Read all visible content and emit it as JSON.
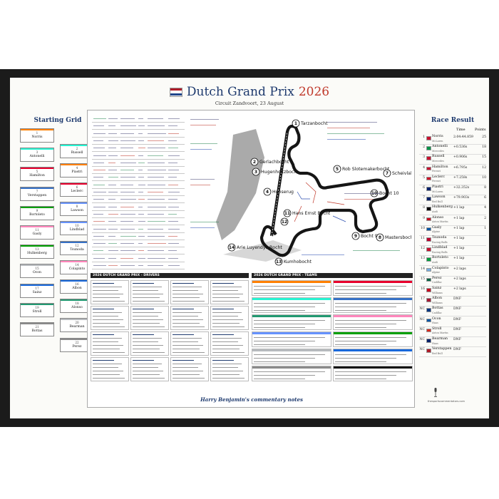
{
  "poster": {
    "title": "Dutch Grand Prix",
    "year": "2026",
    "subtitle": "Circuit Zandvoort, 23 August",
    "flag_colors": [
      "#ae1c28",
      "#ffffff",
      "#21468b"
    ],
    "footer": "Harry Benjamin's commentary notes",
    "drivers_header": "2026 DUTCH GRAND PRIX - DRIVERS",
    "teams_header": "2026 DUTCH GRAND PRIX - TEAMS",
    "brand": "thesportscommentators.com"
  },
  "starting_grid": {
    "title": "Starting Grid",
    "slots": [
      {
        "pos": "1",
        "name": "Norris",
        "color": "#ff8000"
      },
      {
        "pos": "2",
        "name": "Russell",
        "color": "#27f4d2"
      },
      {
        "pos": "3",
        "name": "Antonelli",
        "color": "#27f4d2"
      },
      {
        "pos": "4",
        "name": "Piastri",
        "color": "#ff8000"
      },
      {
        "pos": "5",
        "name": "Hamilton",
        "color": "#e8002d"
      },
      {
        "pos": "6",
        "name": "Leclerc",
        "color": "#e8002d"
      },
      {
        "pos": "7",
        "name": "Verstappen",
        "color": "#3671c6"
      },
      {
        "pos": "8",
        "name": "Lawson",
        "color": "#6692ff"
      },
      {
        "pos": "9",
        "name": "Bortoleto",
        "color": "#00a000"
      },
      {
        "pos": "10",
        "name": "Lindblad",
        "color": "#6692ff"
      },
      {
        "pos": "11",
        "name": "Gasly",
        "color": "#ff87bc"
      },
      {
        "pos": "12",
        "name": "Tsunoda",
        "color": "#3671c6"
      },
      {
        "pos": "13",
        "name": "Hulkenberg",
        "color": "#00a000"
      },
      {
        "pos": "14",
        "name": "Colapinto",
        "color": "#ff87bc"
      },
      {
        "pos": "15",
        "name": "Ocon",
        "color": "#b6babd"
      },
      {
        "pos": "16",
        "name": "Albon",
        "color": "#1868db"
      },
      {
        "pos": "17",
        "name": "Sainz",
        "color": "#1868db"
      },
      {
        "pos": "18",
        "name": "Alonso",
        "color": "#229971"
      },
      {
        "pos": "19",
        "name": "Stroll",
        "color": "#229971"
      },
      {
        "pos": "20",
        "name": "Bearman",
        "color": "#b6babd"
      },
      {
        "pos": "21",
        "name": "Bottas",
        "color": "#8a8a8a"
      },
      {
        "pos": "22",
        "name": "Perez",
        "color": "#8a8a8a"
      }
    ]
  },
  "track": {
    "corners": [
      {
        "num": "1",
        "name": "Tarzanbocht"
      },
      {
        "num": "2",
        "name": "Gerlachbocht"
      },
      {
        "num": "3",
        "name": "Hugenholtzbocht"
      },
      {
        "num": "4",
        "name": "Hunserug"
      },
      {
        "num": "5",
        "name": "Rob Slotemakerbocht"
      },
      {
        "num": "7",
        "name": "Scheivlak"
      },
      {
        "num": "8",
        "name": "Mastersbocht"
      },
      {
        "num": "9",
        "name": "Bocht 9"
      },
      {
        "num": "10",
        "name": "Bocht 10"
      },
      {
        "num": "11",
        "name": "Hans Ernst Bocht"
      },
      {
        "num": "12",
        "name": ""
      },
      {
        "num": "13",
        "name": "Kumhobocht"
      },
      {
        "num": "14",
        "name": "Arie Luyendyk Bocht"
      }
    ]
  },
  "race_result": {
    "title": "Race Result",
    "time_label": "Time",
    "points_label": "Points",
    "rows": [
      {
        "pos": "1",
        "name": "Norris",
        "team": "McLaren",
        "time": "2:04:44.859",
        "points": "25",
        "flag": "#c8102e"
      },
      {
        "pos": "2",
        "name": "Antonelli",
        "team": "Mercedes",
        "time": "+0.536s",
        "points": "18",
        "flag": "#009246"
      },
      {
        "pos": "3",
        "name": "Russell",
        "team": "Mercedes",
        "time": "+0.906s",
        "points": "15",
        "flag": "#c8102e"
      },
      {
        "pos": "4",
        "name": "Hamilton",
        "team": "Ferrari",
        "time": "+6.795s",
        "points": "12",
        "flag": "#c8102e"
      },
      {
        "pos": "5",
        "name": "Leclerc",
        "team": "Ferrari",
        "time": "+7.258s",
        "points": "10",
        "flag": "#ce1126"
      },
      {
        "pos": "6",
        "name": "Piastri",
        "team": "McLaren",
        "time": "+32.352s",
        "points": "8",
        "flag": "#012169"
      },
      {
        "pos": "7",
        "name": "Lawson",
        "team": "Red Bull",
        "time": "+79.903s",
        "points": "6",
        "flag": "#012169"
      },
      {
        "pos": "8",
        "name": "Hulkenberg",
        "team": "Audi",
        "time": "+1 lap",
        "points": "4",
        "flag": "#000000"
      },
      {
        "pos": "9",
        "name": "Alonso",
        "team": "Aston Martin",
        "time": "+1 lap",
        "points": "2",
        "flag": "#c60b1e"
      },
      {
        "pos": "10",
        "name": "Gasly",
        "team": "Alpine",
        "time": "+1 lap",
        "points": "1",
        "flag": "#0055a4"
      },
      {
        "pos": "11",
        "name": "Tsunoda",
        "team": "Racing Bulls",
        "time": "+1 lap",
        "points": "",
        "flag": "#bc002d"
      },
      {
        "pos": "12",
        "name": "Lindblad",
        "team": "Racing Bulls",
        "time": "+1 lap",
        "points": "",
        "flag": "#c8102e"
      },
      {
        "pos": "13",
        "name": "Bortoleto",
        "team": "Audi",
        "time": "+1 lap",
        "points": "",
        "flag": "#009c3b"
      },
      {
        "pos": "14",
        "name": "Colapinto",
        "team": "Alpine",
        "time": "+2 laps",
        "points": "",
        "flag": "#74acdf"
      },
      {
        "pos": "15",
        "name": "Perez",
        "team": "Cadillac",
        "time": "+2 laps",
        "points": "",
        "flag": "#006341"
      },
      {
        "pos": "16",
        "name": "Sainz",
        "team": "Williams",
        "time": "+2 laps",
        "points": "",
        "flag": "#c60b1e"
      },
      {
        "pos": "17",
        "name": "Albon",
        "team": "Williams",
        "time": "DNF",
        "points": "",
        "flag": "#a51931"
      },
      {
        "pos": "NC",
        "name": "Bottas",
        "team": "Cadillac",
        "time": "DNF",
        "points": "",
        "flag": "#003580"
      },
      {
        "pos": "NC",
        "name": "Ocon",
        "team": "Haas",
        "time": "DNF",
        "points": "",
        "flag": "#0055a4"
      },
      {
        "pos": "NC",
        "name": "Stroll",
        "team": "Aston Martin",
        "time": "DNF",
        "points": "",
        "flag": "#d52b1e"
      },
      {
        "pos": "NC",
        "name": "Bearman",
        "team": "Haas",
        "time": "DNF",
        "points": "",
        "flag": "#012169"
      },
      {
        "pos": "NC",
        "name": "Verstappen",
        "team": "Red Bull",
        "time": "DNF",
        "points": "",
        "flag": "#ae1c28"
      }
    ]
  }
}
